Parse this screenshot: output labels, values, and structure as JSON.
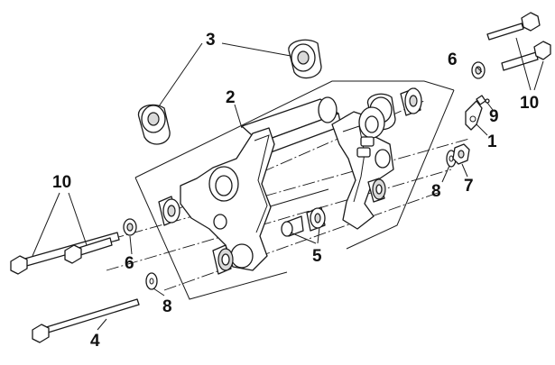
{
  "diagram": {
    "callouts": [
      {
        "id": "c1",
        "text": "1"
      },
      {
        "id": "c2",
        "text": "2"
      },
      {
        "id": "c3",
        "text": "3"
      },
      {
        "id": "c4",
        "text": "4"
      },
      {
        "id": "c5",
        "text": "5"
      },
      {
        "id": "c6a",
        "text": "6"
      },
      {
        "id": "c6b",
        "text": "6"
      },
      {
        "id": "c7",
        "text": "7"
      },
      {
        "id": "c8a",
        "text": "8"
      },
      {
        "id": "c8b",
        "text": "8"
      },
      {
        "id": "c9",
        "text": "9"
      },
      {
        "id": "c10a",
        "text": "10"
      },
      {
        "id": "c10b",
        "text": "10"
      }
    ]
  }
}
